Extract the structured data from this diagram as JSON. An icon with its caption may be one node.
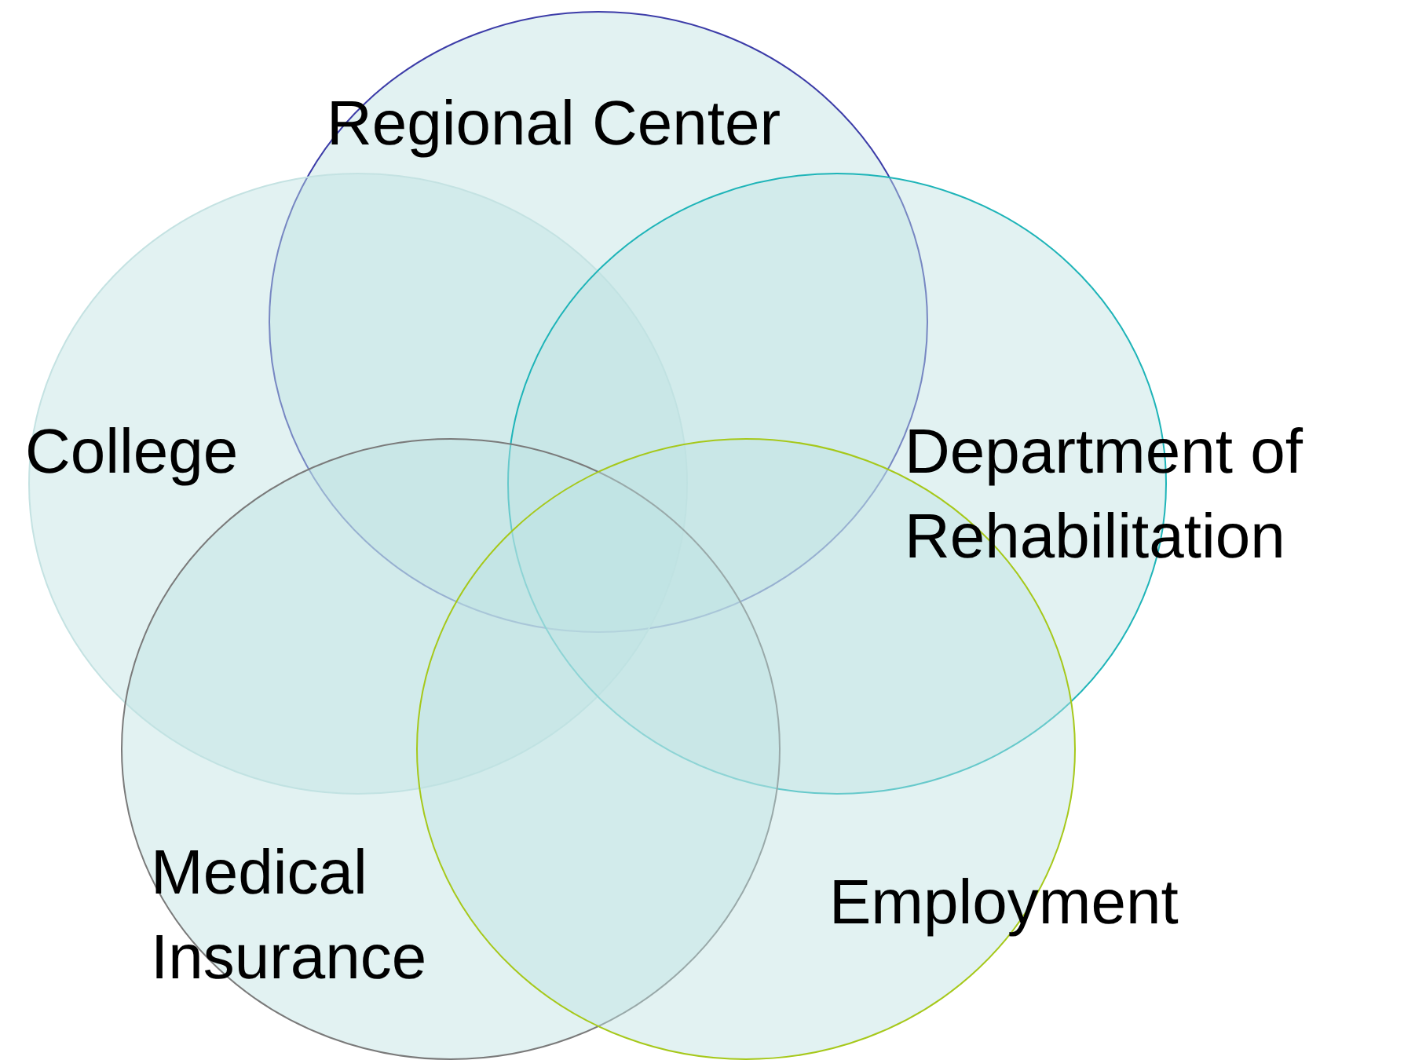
{
  "diagram": {
    "nodes": [
      {
        "text": [
          "Regional Center"
        ]
      },
      {
        "text": [
          "College"
        ]
      },
      {
        "text": [
          "Department of Rehabilitation"
        ]
      },
      {
        "text": [
          "Medical Insurance"
        ]
      },
      {
        "text": [
          "Employment"
        ]
      }
    ]
  }
}
